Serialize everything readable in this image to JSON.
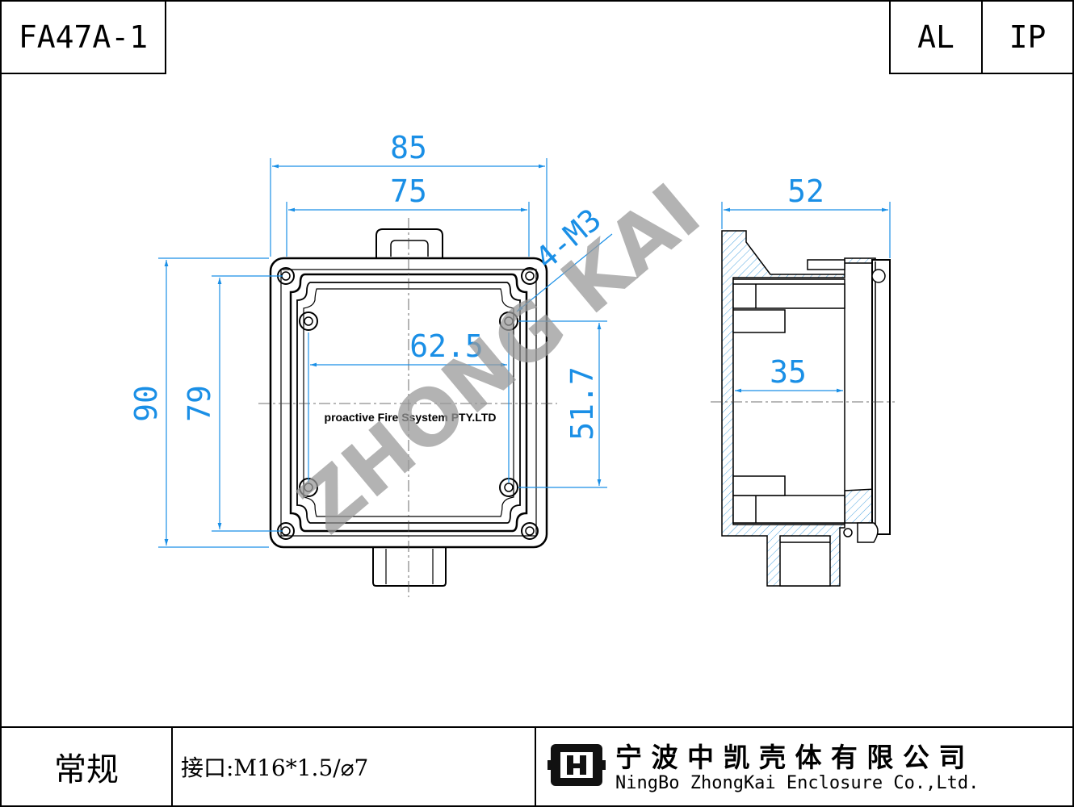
{
  "header": {
    "model": "FA47A-1",
    "material": "AL",
    "rating": "IP"
  },
  "front_view": {
    "dim_outer_width": "85",
    "dim_inner_width": "75",
    "dim_outer_height": "90",
    "dim_inner_height": "79",
    "dim_hole_span_x": "62.5",
    "dim_hole_span_y": "51.7",
    "screw_note": "4-M3",
    "label_text": "proactive  Fire  Ssystem  PTY.LTD"
  },
  "side_view": {
    "dim_depth": "52",
    "dim_inner_depth": "35"
  },
  "watermark": "ZHONG KAI",
  "footer": {
    "type": "常规",
    "port_spec": "接口:M16*1.5/⌀7",
    "company_cn": "宁 波 中 凯 壳 体 有 限 公 司",
    "company_en": "NingBo ZhongKai Enclosure Co.,Ltd."
  },
  "colors": {
    "dimension": "#1a8fe6",
    "line": "#000000",
    "hatch": "#4aa3df",
    "watermark": "#9a9a9a"
  }
}
